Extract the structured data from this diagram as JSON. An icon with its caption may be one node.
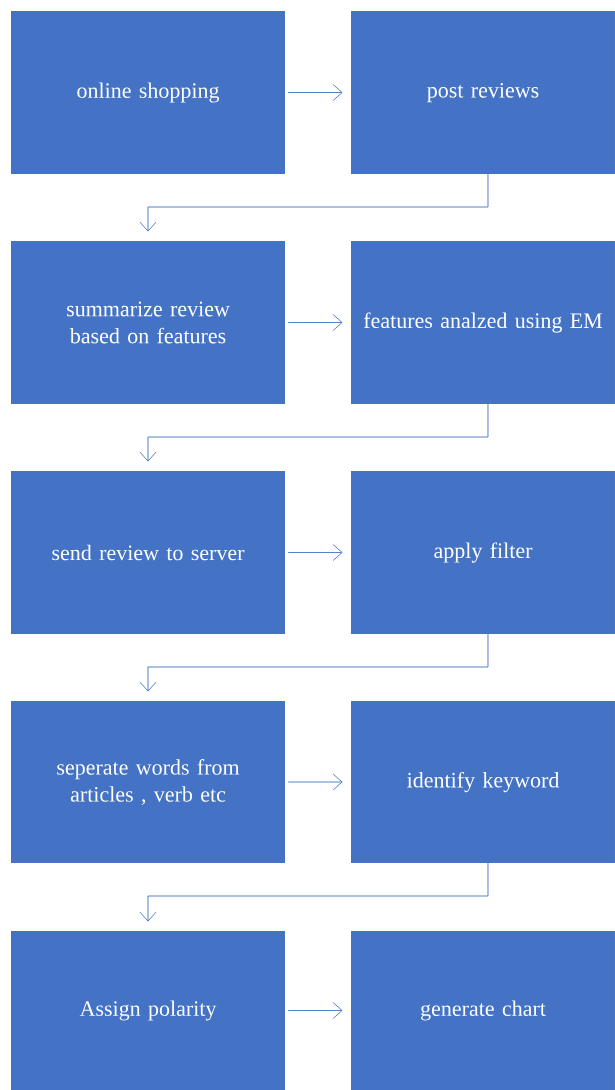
{
  "diagram": {
    "nodes": [
      {
        "text": [
          "online shopping"
        ]
      },
      {
        "text": [
          "post reviews"
        ]
      },
      {
        "text": [
          "summarize review based on features"
        ]
      },
      {
        "text": [
          "features analzed using EM"
        ]
      },
      {
        "text": [
          "send review to server"
        ]
      },
      {
        "text": [
          "apply filter"
        ]
      },
      {
        "text": [
          "seperate words from articles , verb etc"
        ]
      },
      {
        "text": [
          "identify keyword"
        ]
      },
      {
        "text": [
          "Assign polarity"
        ]
      },
      {
        "text": [
          "generate chart"
        ]
      }
    ],
    "edges": [
      {
        "from": 0,
        "to": 1,
        "arrow": "to"
      },
      {
        "from": 1,
        "to": 2,
        "arrow": "to"
      },
      {
        "from": 2,
        "to": 3,
        "arrow": "to"
      },
      {
        "from": 3,
        "to": 4,
        "arrow": "to"
      },
      {
        "from": 4,
        "to": 5,
        "arrow": "to"
      },
      {
        "from": 5,
        "to": 6,
        "arrow": "to"
      },
      {
        "from": 6,
        "to": 7,
        "arrow": "to"
      },
      {
        "from": 7,
        "to": 8,
        "arrow": "to"
      },
      {
        "from": 8,
        "to": 9,
        "arrow": "to"
      }
    ]
  }
}
